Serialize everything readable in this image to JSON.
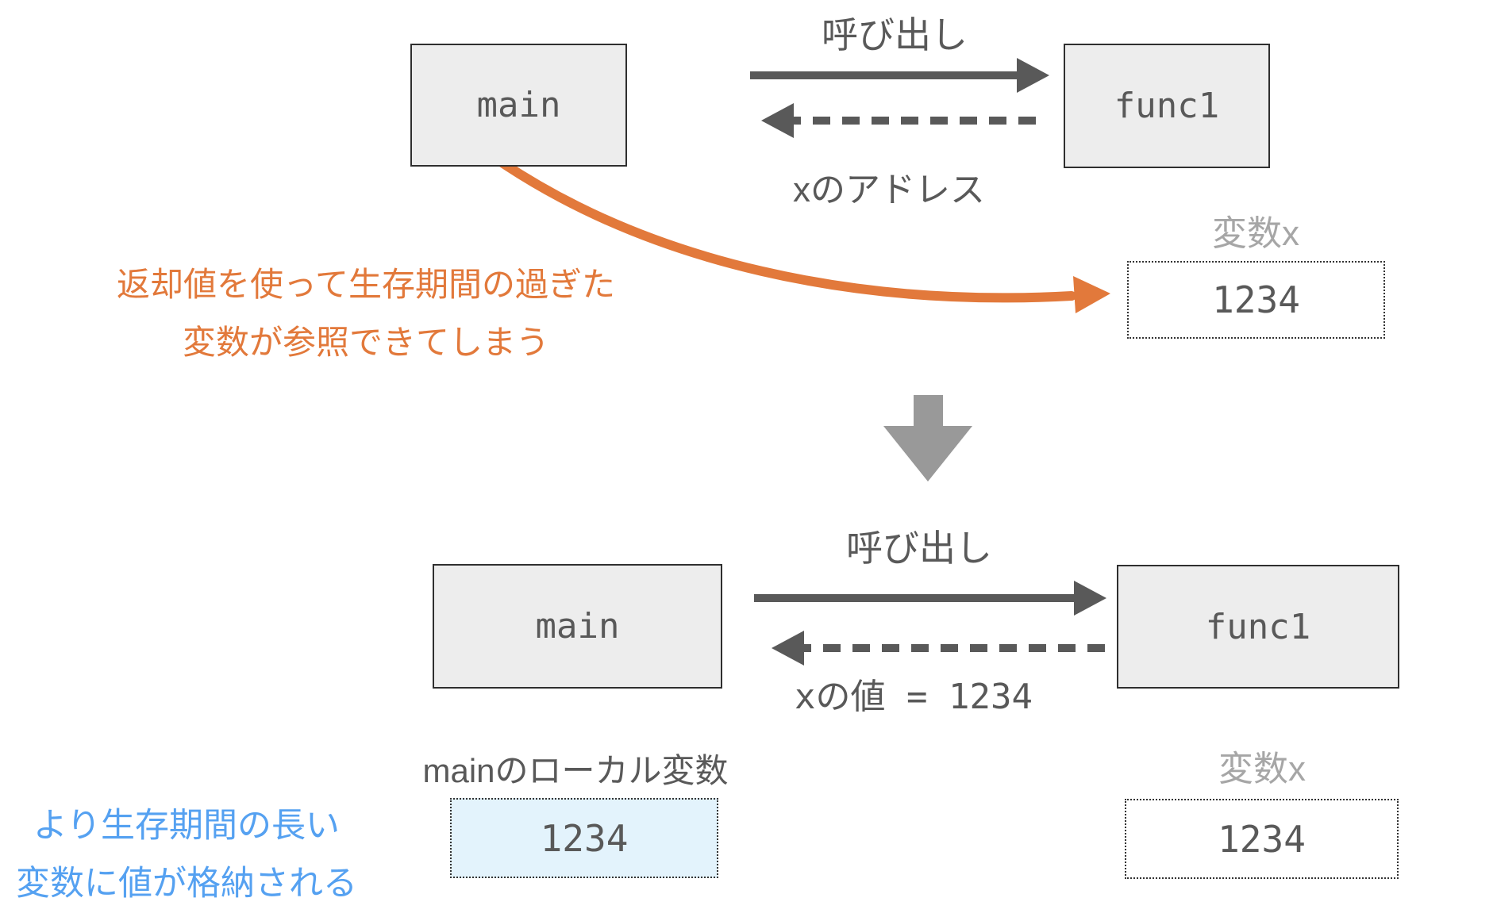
{
  "diagram": {
    "top": {
      "caller_box_label": "main",
      "callee_box_label": "func1",
      "call_arrow_label": "呼び出し",
      "return_arrow_label": "xのアドレス",
      "var_label": "変数x",
      "var_value": "1234",
      "warning_note_line1": "返却値を使って生存期間の過ぎた",
      "warning_note_line2": "変数が参照できてしまう"
    },
    "bottom": {
      "caller_box_label": "main",
      "callee_box_label": "func1",
      "call_arrow_label": "呼び出し",
      "return_arrow_label": "xの値 = 1234",
      "local_var_label": "mainのローカル変数",
      "local_var_value": "1234",
      "var_label": "変数x",
      "var_value": "1234",
      "storage_note_line1": "より生存期間の長い",
      "storage_note_line2": "変数に値が格納される"
    },
    "colors": {
      "accent_orange": "#E2793B",
      "accent_blue": "#55A1F1",
      "box_fill": "#EDEDED",
      "highlight_box_fill": "#E3F3FC",
      "arrow_dark_gray": "#595959",
      "label_light_gray": "#A6A6A6",
      "transition_arrow_gray": "#999999"
    }
  }
}
